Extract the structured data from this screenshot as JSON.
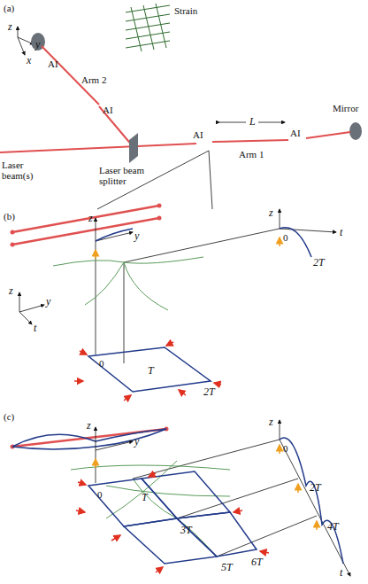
{
  "diagram": {
    "labels": [
      "(a)",
      "Strain",
      "z",
      "y",
      "x",
      "AI",
      "Arm 2",
      "AI",
      "Laser beam(s)",
      "Laser beam splitter",
      "AI",
      "L",
      "AI",
      "Arm 1",
      "Mirror",
      "(b)",
      "z",
      "y",
      "z",
      "0",
      "2T",
      "t",
      "z",
      "y",
      "t",
      "0",
      "T",
      "2T",
      "(c)",
      "z",
      "y",
      "z",
      "0",
      "2T",
      "4T",
      "t",
      "0",
      "T",
      "3T",
      "5T",
      "6T"
    ]
  }
}
